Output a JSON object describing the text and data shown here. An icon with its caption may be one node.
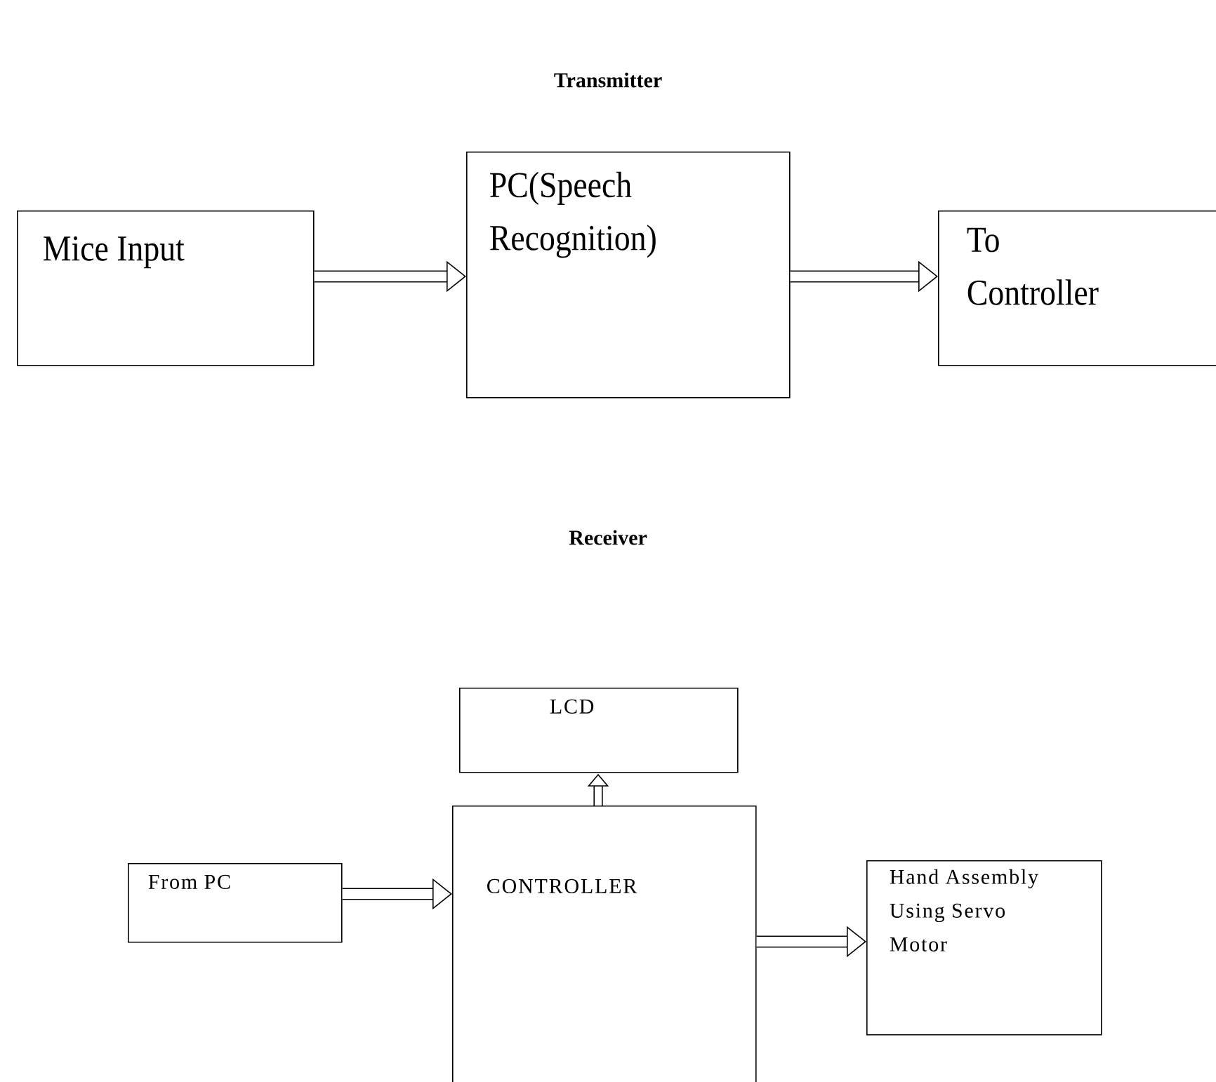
{
  "diagram": {
    "nodes": [
      {
        "text": [
          "Mice Input"
        ]
      },
      {
        "text": [
          "PC(Speech Recognition)"
        ]
      },
      {
        "text": [
          "To Controller"
        ]
      },
      {
        "text": [
          "LCD"
        ]
      },
      {
        "text": [
          "CONTROLLER"
        ]
      },
      {
        "text": [
          "From PC"
        ]
      },
      {
        "text": [
          "Hand Assembly Using Servo Motor"
        ]
      }
    ],
    "edges": [
      {
        "from": 0,
        "to": 1,
        "arrow": "to"
      },
      {
        "from": 1,
        "to": 2,
        "arrow": "to"
      },
      {
        "from": 4,
        "to": 3,
        "arrow": "to"
      },
      {
        "from": 5,
        "to": 4,
        "arrow": "to"
      },
      {
        "from": 4,
        "to": 6,
        "arrow": "to"
      }
    ],
    "labels": [
      "Transmitter",
      "Receiver"
    ]
  }
}
